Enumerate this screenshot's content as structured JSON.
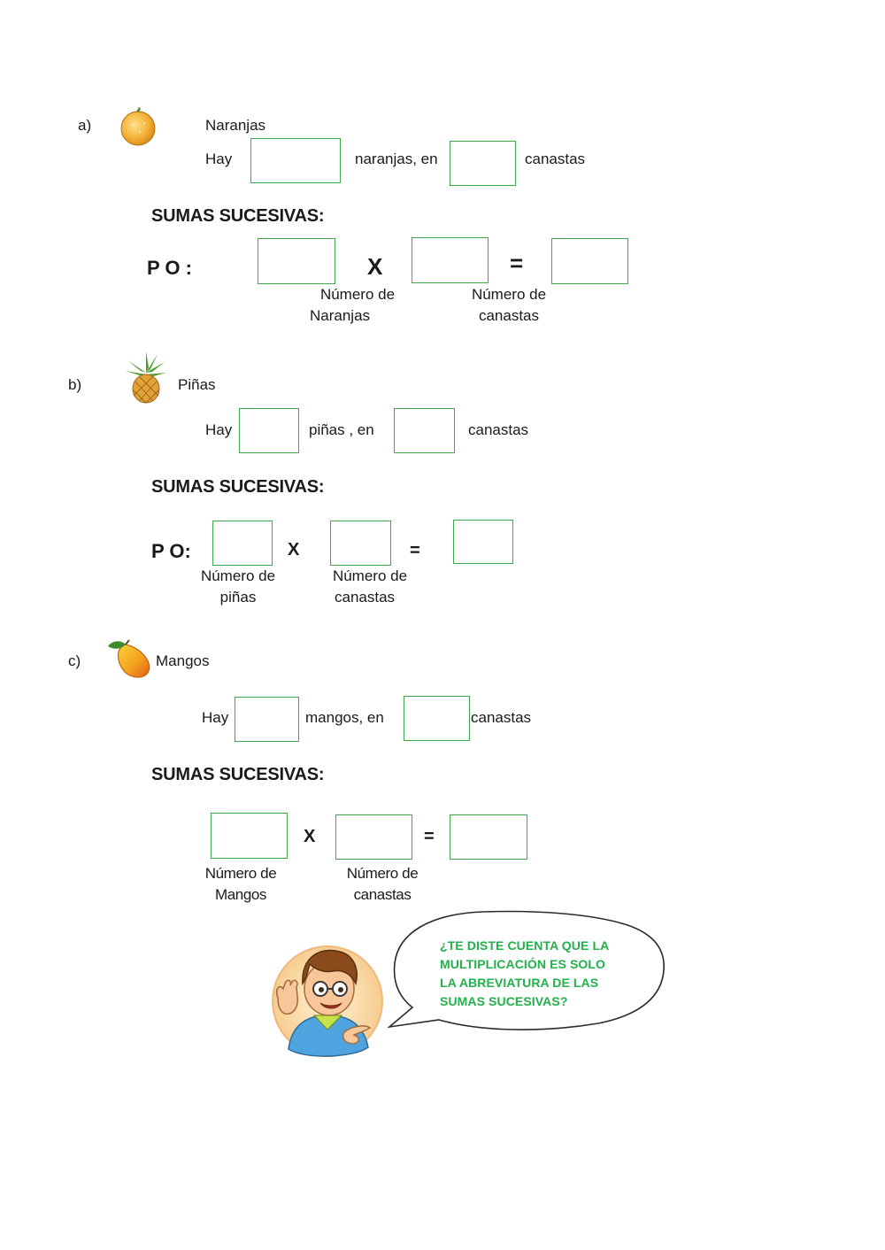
{
  "section_a": {
    "letter": "a)",
    "fruit_icon": "orange-icon",
    "title": "Naranjas",
    "hay": "Hay",
    "middle": "naranjas,  en",
    "end": "canastas",
    "heading": "SUMAS SUCESIVAS:",
    "po": "P O :",
    "times": "X",
    "equals": "=",
    "label1_line1": "Número de",
    "label1_line2": "Naranjas",
    "label2_line1": "Número de",
    "label2_line2": "canastas"
  },
  "section_b": {
    "letter": "b)",
    "fruit_icon": "pineapple-icon",
    "title": "Piñas",
    "hay": "Hay",
    "middle": "piñas  ,  en",
    "end": "canastas",
    "heading": "SUMAS SUCESIVAS:",
    "po": "P O:",
    "times": "X",
    "equals": "=",
    "label1_line1": "Número de",
    "label1_line2": "piñas",
    "label2_line1": "Número de",
    "label2_line2": "canastas"
  },
  "section_c": {
    "letter": "c)",
    "fruit_icon": "mango-icon",
    "title": "Mangos",
    "hay": "Hay",
    "middle": "mangos,  en",
    "end": "canastas",
    "heading": "SUMAS SUCESIVAS:",
    "times": "X",
    "equals": "=",
    "label1_line1": "Número de",
    "label1_line2": "Mangos",
    "label2_line1": "Número de",
    "label2_line2": "canastas"
  },
  "bubble": {
    "character_icon": "boy-with-glasses-icon",
    "line1": "¿TE DISTE  CUENTA QUE  LA",
    "line2": "MULTIPLICACIÓN  ES SOLO",
    "line3": "LA ABREVIATURA  DE LAS",
    "line4": "SUMAS  SUCESIVAS?"
  },
  "colors": {
    "box_border": "#3fa84a",
    "bubble_text": "#22b04b",
    "text": "#1a1a1a"
  }
}
